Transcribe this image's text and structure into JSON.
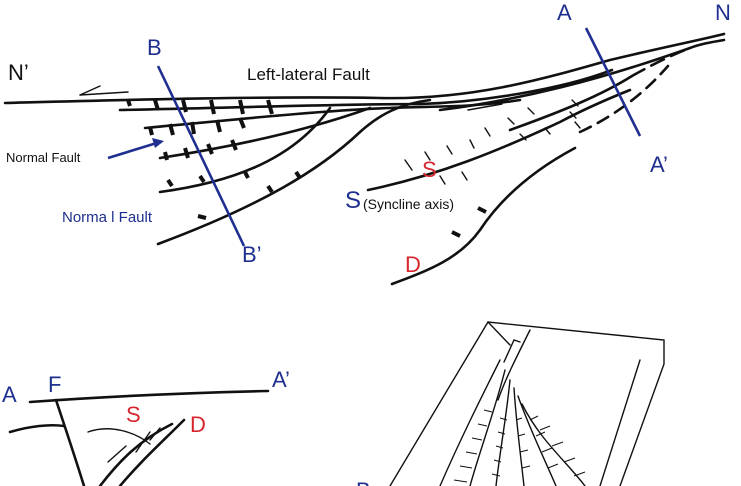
{
  "labels": {
    "n_prime": "N’",
    "n": "N",
    "a_top": "A",
    "a_prime_top": "A’",
    "b_top": "B",
    "b_prime": "B’",
    "left_lateral_fault": "Left-lateral Fault",
    "normal_fault_1": "Normal Fault",
    "normal_fault_2": "Norma l Fault",
    "s_red": "S",
    "s_blue": "S",
    "syncline_axis": "(Syncline axis)",
    "d_red_top": "D",
    "a_bottom": "A",
    "f_bottom": "F",
    "a_prime_bottom": "A’",
    "s_red_bottom": "S",
    "d_red_bottom": "D",
    "b_bottom_partial": "B"
  },
  "colors": {
    "section_line": "#1f2f8f",
    "label_red": "#d8262e",
    "ink": "#111111"
  }
}
